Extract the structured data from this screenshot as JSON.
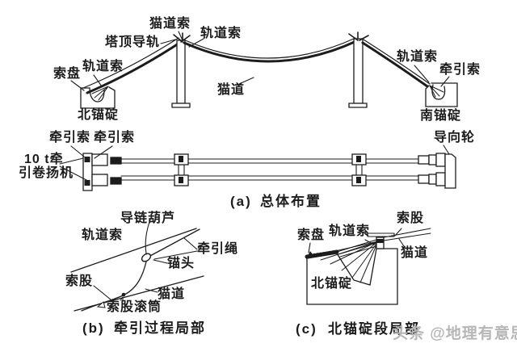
{
  "colors": {
    "ink": "#1c1c1c",
    "watermark": "#b6b6b6",
    "background": "#ffffff"
  },
  "elevation": {
    "labels": {
      "catwalk_cable": "猫道索",
      "track_cable_tower": "轨道索",
      "tower_top_rail": "塔顶导轨",
      "cable_reel": "索盘",
      "track_cable_left": "轨道索",
      "north_anchorage": "北锚碇",
      "catwalk": "猫道",
      "track_cable_right": "轨道索",
      "hauling_cable": "牵引索",
      "south_anchorage": "南锚碇"
    }
  },
  "plan": {
    "labels": {
      "hauling_cable_1": "牵引索",
      "hauling_cable_2": "牵引索",
      "winch_line1": "10 t牵",
      "winch_line2": "引卷扬机",
      "guide_wheel": "导向轮"
    },
    "caption": {
      "tag": "(a)",
      "text": "总体布置"
    }
  },
  "detail_b": {
    "labels": {
      "chain_hoist": "导链葫芦",
      "track_cable": "轨道索",
      "hauling_rope": "牵引绳",
      "anchor_head": "锚头",
      "strand": "索股",
      "catwalk": "猫道",
      "strand_roller": "索股滚筒"
    },
    "caption": {
      "tag": "(b)",
      "text": "牵引过程局部"
    }
  },
  "detail_c": {
    "labels": {
      "strand": "索股",
      "cable_reel": "索盘",
      "track_cable": "轨道索",
      "catwalk": "猫道",
      "north_anchorage": "北锚碇"
    },
    "caption": {
      "tag": "(c)",
      "text": "北锚碇段局部"
    }
  },
  "watermark": {
    "text": "头条 @地理有意思"
  }
}
